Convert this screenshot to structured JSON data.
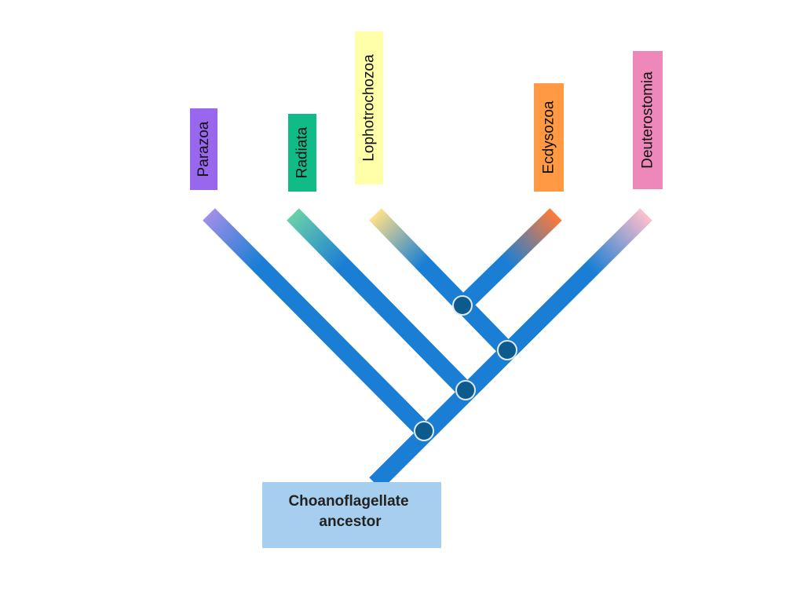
{
  "diagram": {
    "clades": [
      {
        "label": "Parazoa",
        "color": "#9966ee"
      },
      {
        "label": "Radiata",
        "color": "#11bb88"
      },
      {
        "label": "Lophotrochozoa",
        "color": "#ffffaa"
      },
      {
        "label": "Ecdysozoa",
        "color": "#ff9944"
      },
      {
        "label": "Deuterostomia",
        "color": "#ee88bb"
      }
    ],
    "root": {
      "label_line1": "Choanoflagellate",
      "label_line2": "ancestor",
      "color": "#a6cfef"
    },
    "branch_color": "#1a7fd4",
    "node_color": "#0d5a8c"
  }
}
